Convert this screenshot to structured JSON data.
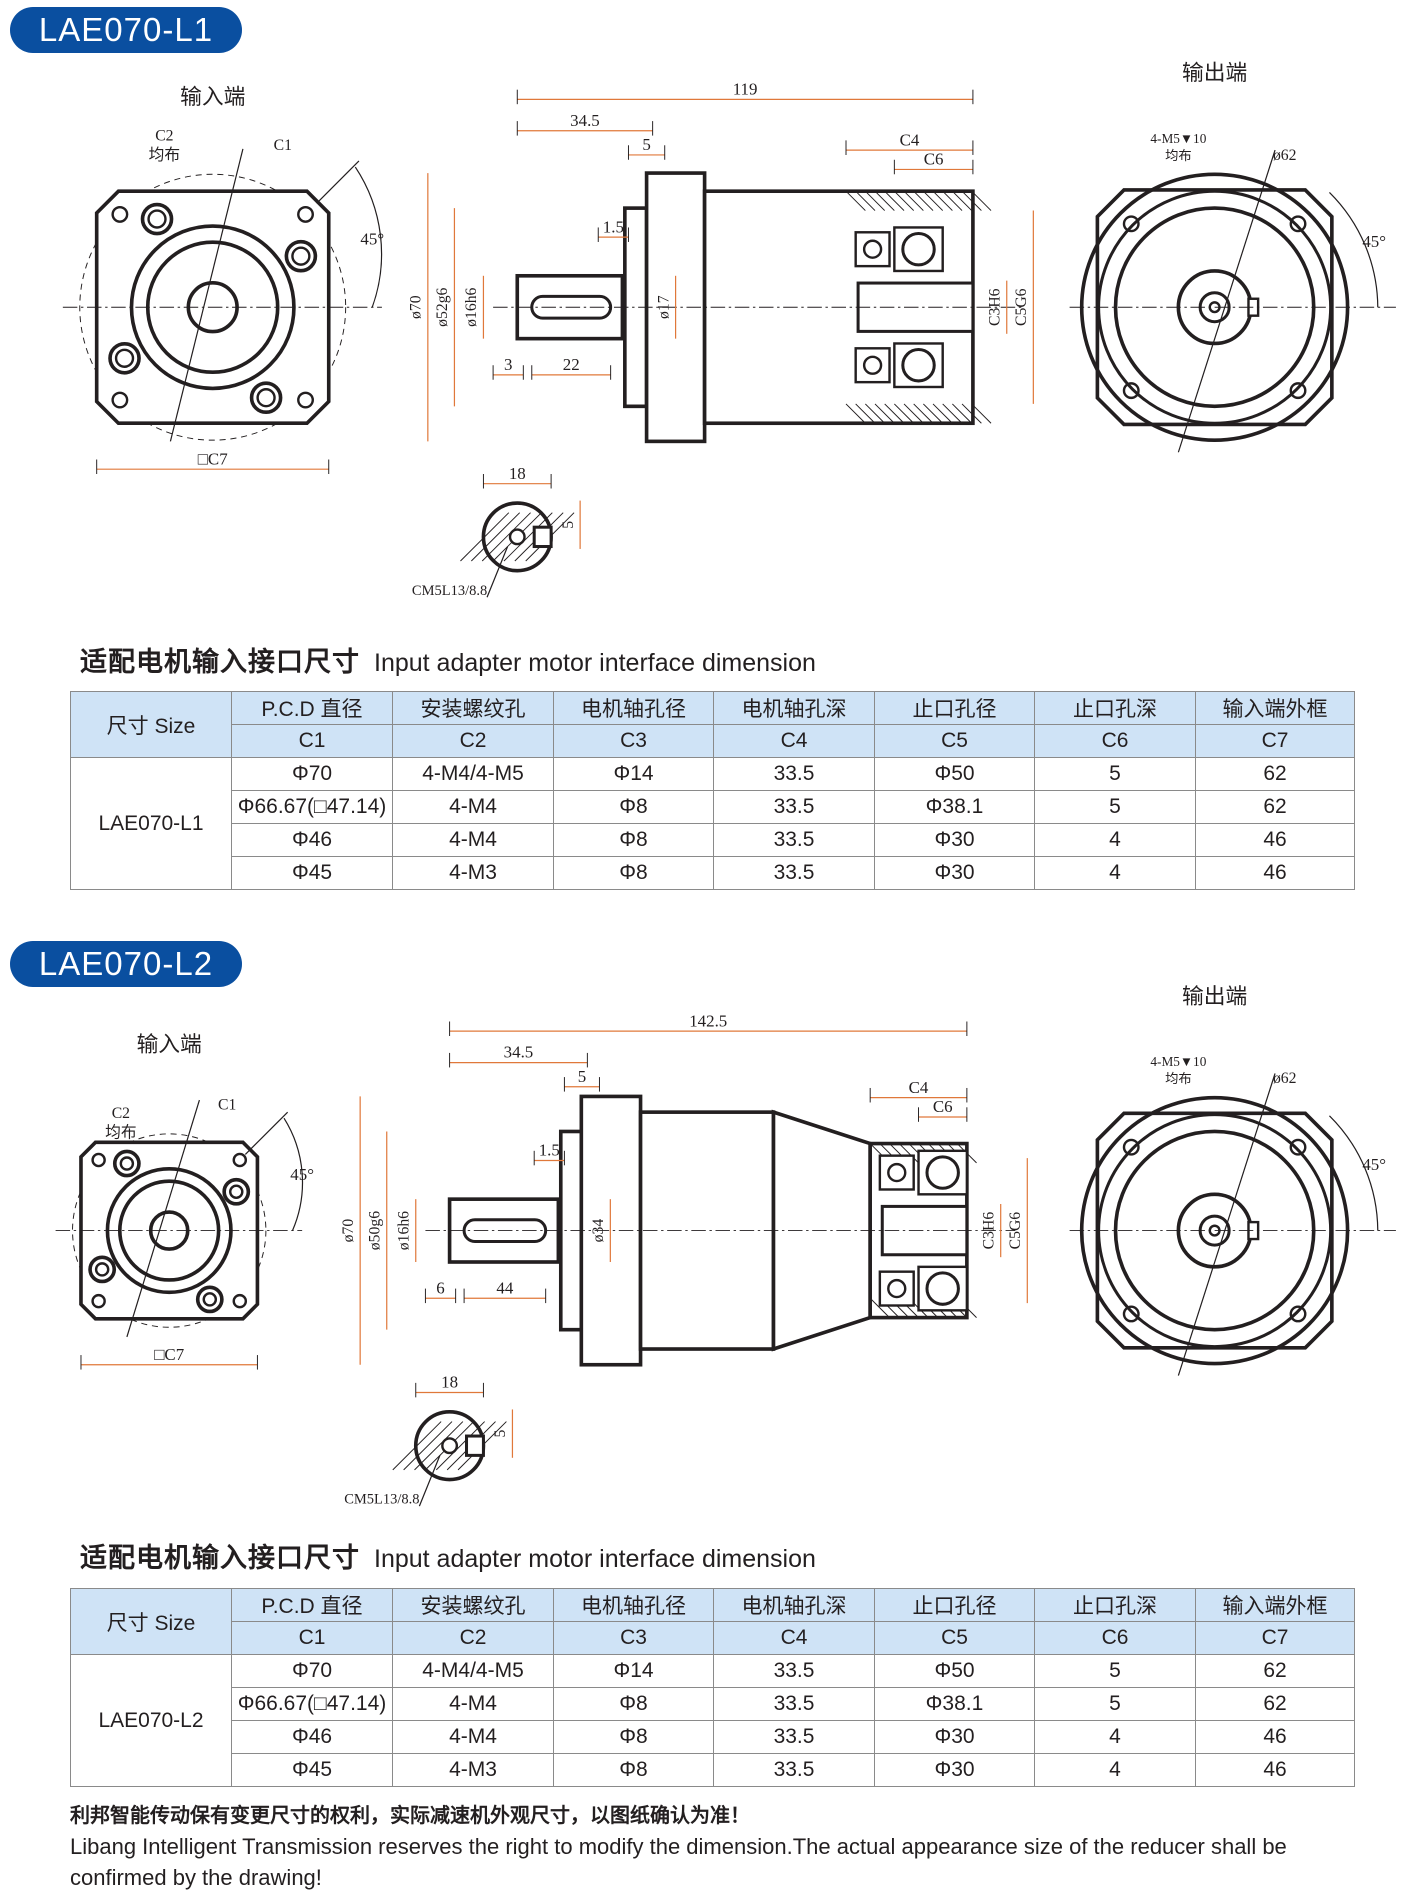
{
  "colors": {
    "badge": "#0a4fa0",
    "header_bg": "#cfe3f6",
    "dim_line": "#e0783a"
  },
  "sections": [
    {
      "model": "LAE070-L1",
      "drawing": {
        "input_label": "输入端",
        "output_label": "输出端",
        "c2": "C2",
        "evenly": "均布",
        "c1": "C1",
        "angle": "45°",
        "c7": "□C7",
        "len_total": "119",
        "len_a": "34.5",
        "len_b": "5",
        "len_c": "1.5",
        "len_d": "3",
        "len_e": "22",
        "d70": "ø70",
        "d52": "ø52g6",
        "d16": "ø16h6",
        "d17": "ø17",
        "c4": "C4",
        "c6": "C6",
        "c3": "C3H6",
        "c5": "C5G6",
        "key_w": "18",
        "key_h": "5",
        "key_thread": "CM5L13/8.8",
        "out_holes": "4-M5▼10",
        "out_evenly": "均布",
        "out_d": "ø62",
        "out_angle": "45°"
      },
      "title_cn": "适配电机输入接口尺寸",
      "title_en": "Input adapter motor interface dimension"
    },
    {
      "model": "LAE070-L2",
      "drawing": {
        "input_label": "输入端",
        "output_label": "输出端",
        "c2": "C2",
        "evenly": "均布",
        "c1": "C1",
        "angle": "45°",
        "c7": "□C7",
        "len_total": "142.5",
        "len_a": "34.5",
        "len_b": "5",
        "len_c": "1.5",
        "len_d": "6",
        "len_e": "44",
        "d70": "ø70",
        "d52": "ø50g6",
        "d16": "ø16h6",
        "d17": "ø34",
        "c4": "C4",
        "c6": "C6",
        "c3": "C3H6",
        "c5": "C5G6",
        "key_w": "18",
        "key_h": "5",
        "key_thread": "CM5L13/8.8",
        "out_holes": "4-M5▼10",
        "out_evenly": "均布",
        "out_d": "ø62",
        "out_angle": "45°"
      },
      "title_cn": "适配电机输入接口尺寸",
      "title_en": "Input adapter motor interface dimension"
    }
  ],
  "table": {
    "size_label": "尺寸 Size",
    "headers_cn": [
      "P.C.D 直径",
      "安装螺纹孔",
      "电机轴孔径",
      "电机轴孔深",
      "止口孔径",
      "止口孔深",
      "输入端外框"
    ],
    "headers_code": [
      "C1",
      "C2",
      "C3",
      "C4",
      "C5",
      "C6",
      "C7"
    ],
    "rows": [
      [
        "Φ70",
        "4-M4/4-M5",
        "Φ14",
        "33.5",
        "Φ50",
        "5",
        "62"
      ],
      [
        "Φ66.67(□47.14)",
        "4-M4",
        "Φ8",
        "33.5",
        "Φ38.1",
        "5",
        "62"
      ],
      [
        "Φ46",
        "4-M4",
        "Φ8",
        "33.5",
        "Φ30",
        "4",
        "46"
      ],
      [
        "Φ45",
        "4-M3",
        "Φ8",
        "33.5",
        "Φ30",
        "4",
        "46"
      ]
    ]
  },
  "footer": {
    "cn": "利邦智能传动保有变更尺寸的权利，实际减速机外观尺寸，以图纸确认为准！",
    "en": "Libang Intelligent Transmission reserves the right to modify the dimension.The actual appearance size of the reducer shall be confirmed by the drawing!"
  }
}
